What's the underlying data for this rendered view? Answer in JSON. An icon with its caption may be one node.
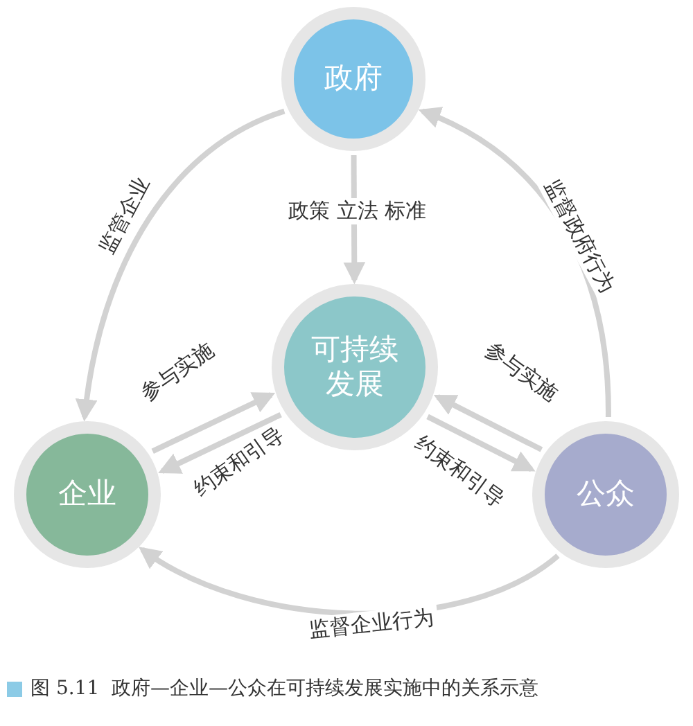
{
  "diagram": {
    "caption": "图 5.11  政府—企业—公众在可持续发展实施中的关系示意",
    "nodes": [
      {
        "text": [
          "政府"
        ]
      },
      {
        "text": [
          "可持续发展"
        ]
      },
      {
        "text": [
          "企业"
        ]
      },
      {
        "text": [
          "公众"
        ]
      }
    ],
    "edges": [
      {
        "from": 0,
        "to": 1,
        "arrow": "to",
        "label": "政策 立法 标准"
      },
      {
        "from": 0,
        "to": 2,
        "arrow": "to",
        "label": "监管企业"
      },
      {
        "from": 3,
        "to": 0,
        "arrow": "to",
        "label": "监督政府行为"
      },
      {
        "from": 2,
        "to": 1,
        "arrow": "to",
        "label": "参与实施"
      },
      {
        "from": 1,
        "to": 2,
        "arrow": "to",
        "label": "约束和引导"
      },
      {
        "from": 3,
        "to": 1,
        "arrow": "to",
        "label": "参与实施"
      },
      {
        "from": 1,
        "to": 3,
        "arrow": "to",
        "label": "约束和引导"
      },
      {
        "from": 3,
        "to": 2,
        "arrow": "to",
        "label": "监督企业行为"
      }
    ]
  }
}
